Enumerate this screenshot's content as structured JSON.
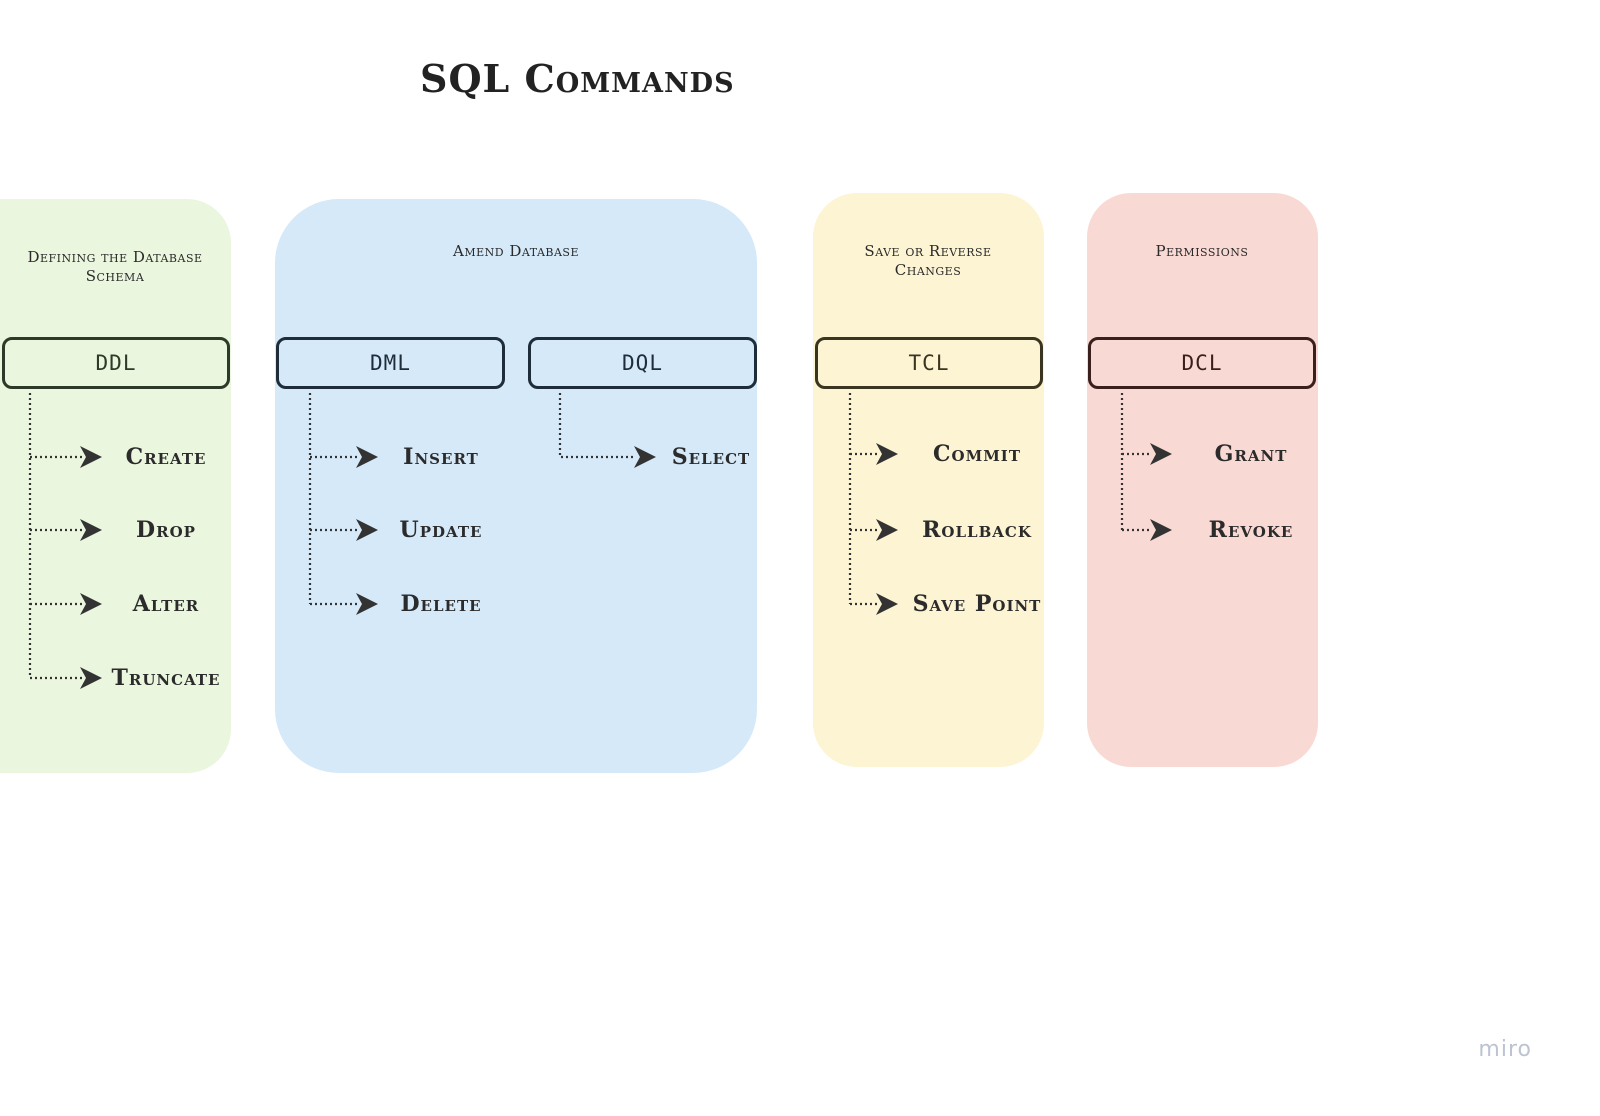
{
  "title": "SQL Commands",
  "groups": {
    "ddl": {
      "description": "Defining the Database Schema",
      "label": "DDL",
      "items": [
        "Create",
        "Drop",
        "Alter",
        "Truncate"
      ],
      "color": "#eaf6de"
    },
    "amend": {
      "description": "Amend Database",
      "color": "#d5e9f9"
    },
    "dml": {
      "label": "DML",
      "items": [
        "Insert",
        "Update",
        "Delete"
      ]
    },
    "dql": {
      "label": "DQL",
      "items": [
        "Select"
      ]
    },
    "tcl": {
      "description": "Save or Reverse Changes",
      "label": "TCL",
      "items": [
        "Commit",
        "Rollback",
        "Save Point"
      ],
      "color": "#fdf4d4"
    },
    "dcl": {
      "description": "Permissions",
      "label": "DCL",
      "items": [
        "Grant",
        "Revoke"
      ],
      "color": "#f9d9d4"
    }
  },
  "watermark": "miro"
}
